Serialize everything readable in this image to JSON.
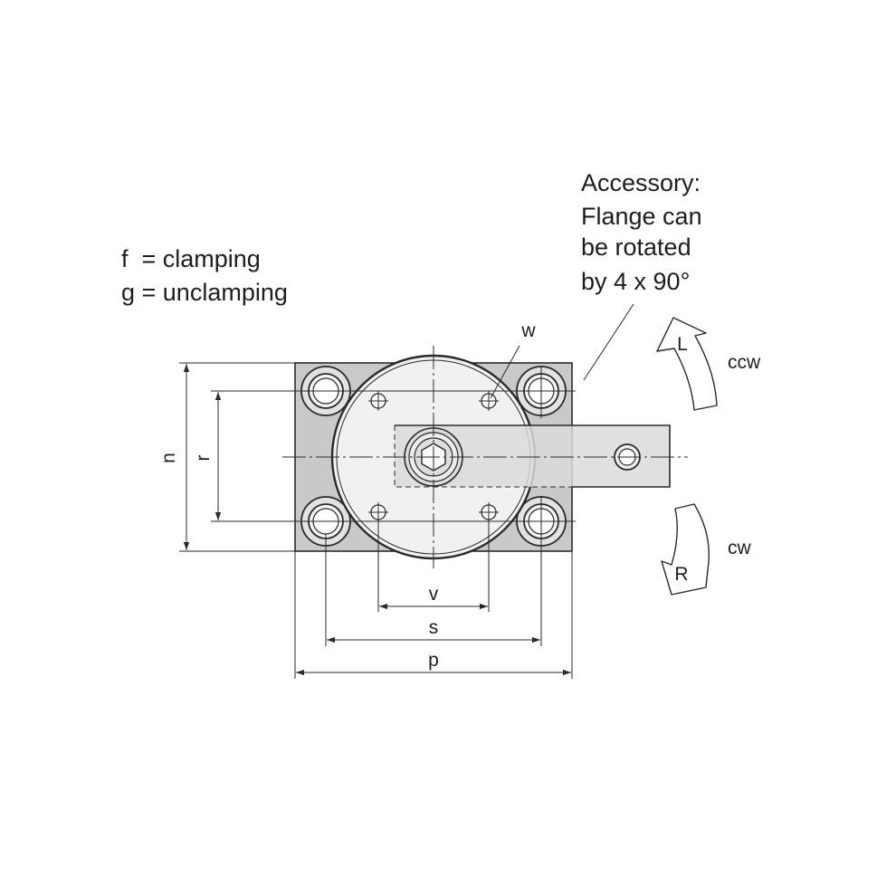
{
  "legend": {
    "line1": "f  = clamping",
    "line2": "g = unclamping"
  },
  "accessory_note": {
    "line1": "Accessory:",
    "line2": "Flange can",
    "line3": "be rotated",
    "line4": "by 4 x 90°"
  },
  "dimensions": {
    "n": "n",
    "r": "r",
    "v": "v",
    "s": "s",
    "p": "p",
    "w": "w"
  },
  "rotation": {
    "ccw_letter": "L",
    "ccw_label": "ccw",
    "cw_letter": "R",
    "cw_label": "cw"
  },
  "colors": {
    "body_fill": "#c9c9c9",
    "flange_fill": "#dadada",
    "line": "#2a2a2a"
  }
}
